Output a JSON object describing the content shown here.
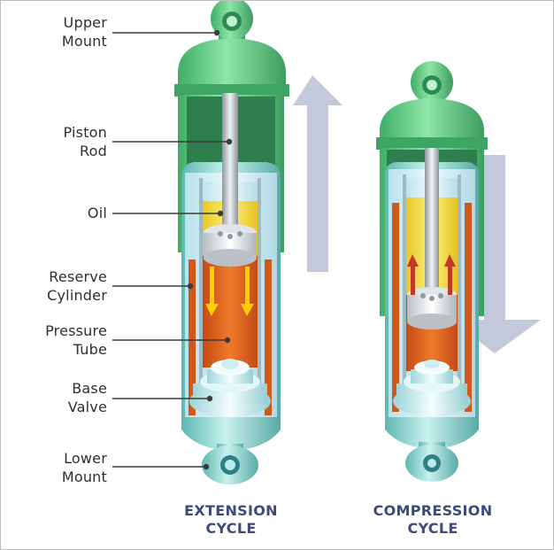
{
  "labels": [
    {
      "id": "upper-mount",
      "lines": [
        "Upper",
        "Mount"
      ]
    },
    {
      "id": "piston-rod",
      "lines": [
        "Piston",
        "Rod"
      ]
    },
    {
      "id": "oil",
      "lines": [
        "Oil"
      ]
    },
    {
      "id": "reserve-cylinder",
      "lines": [
        "Reserve",
        "Cylinder"
      ]
    },
    {
      "id": "pressure-tube",
      "lines": [
        "Pressure",
        "Tube"
      ]
    },
    {
      "id": "base-valve",
      "lines": [
        "Base",
        "Valve"
      ]
    },
    {
      "id": "lower-mount",
      "lines": [
        "Lower",
        "Mount"
      ]
    }
  ],
  "captions": {
    "extension": [
      "EXTENSION",
      "CYCLE"
    ],
    "compression": [
      "COMPRESSION",
      "CYCLE"
    ]
  },
  "colors": {
    "mount_green": "#5fce8a",
    "shell_green": "#6fd38f",
    "inner_green": "#2f8a52",
    "body_cyan": "#8fdcd6",
    "oil_yellow": "#f2d83a",
    "oil_orange": "#e0621f",
    "flow_arrow": "#ffd000",
    "compression_arrow": "#c0392b",
    "motion_arrow": "#c3c8da",
    "caption": "#3e4a7a"
  }
}
